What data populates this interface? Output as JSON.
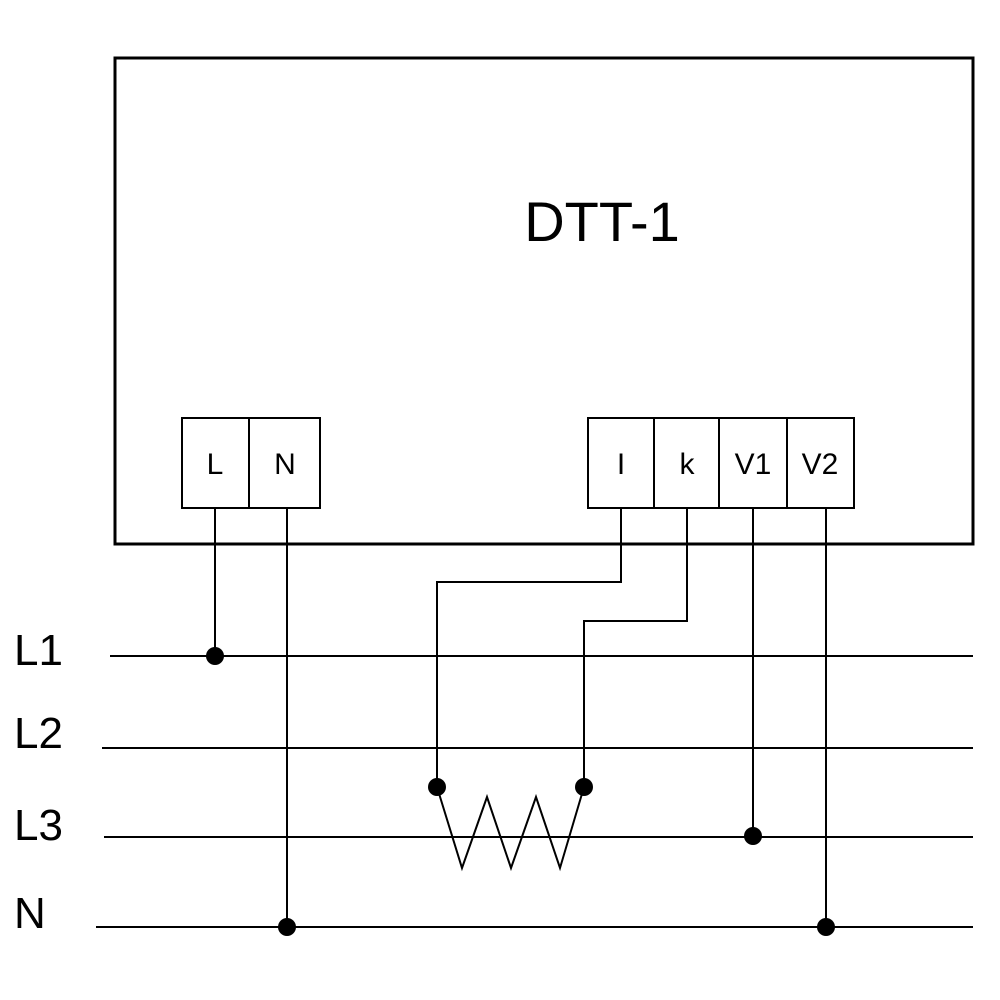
{
  "device": {
    "title": "DTT-1",
    "terminals_left": [
      "L",
      "N"
    ],
    "terminals_right": [
      "I",
      "k",
      "V1",
      "V2"
    ]
  },
  "lines": [
    "L1",
    "L2",
    "L3",
    "N"
  ],
  "colors": {
    "stroke": "#000000",
    "background": "#ffffff"
  }
}
